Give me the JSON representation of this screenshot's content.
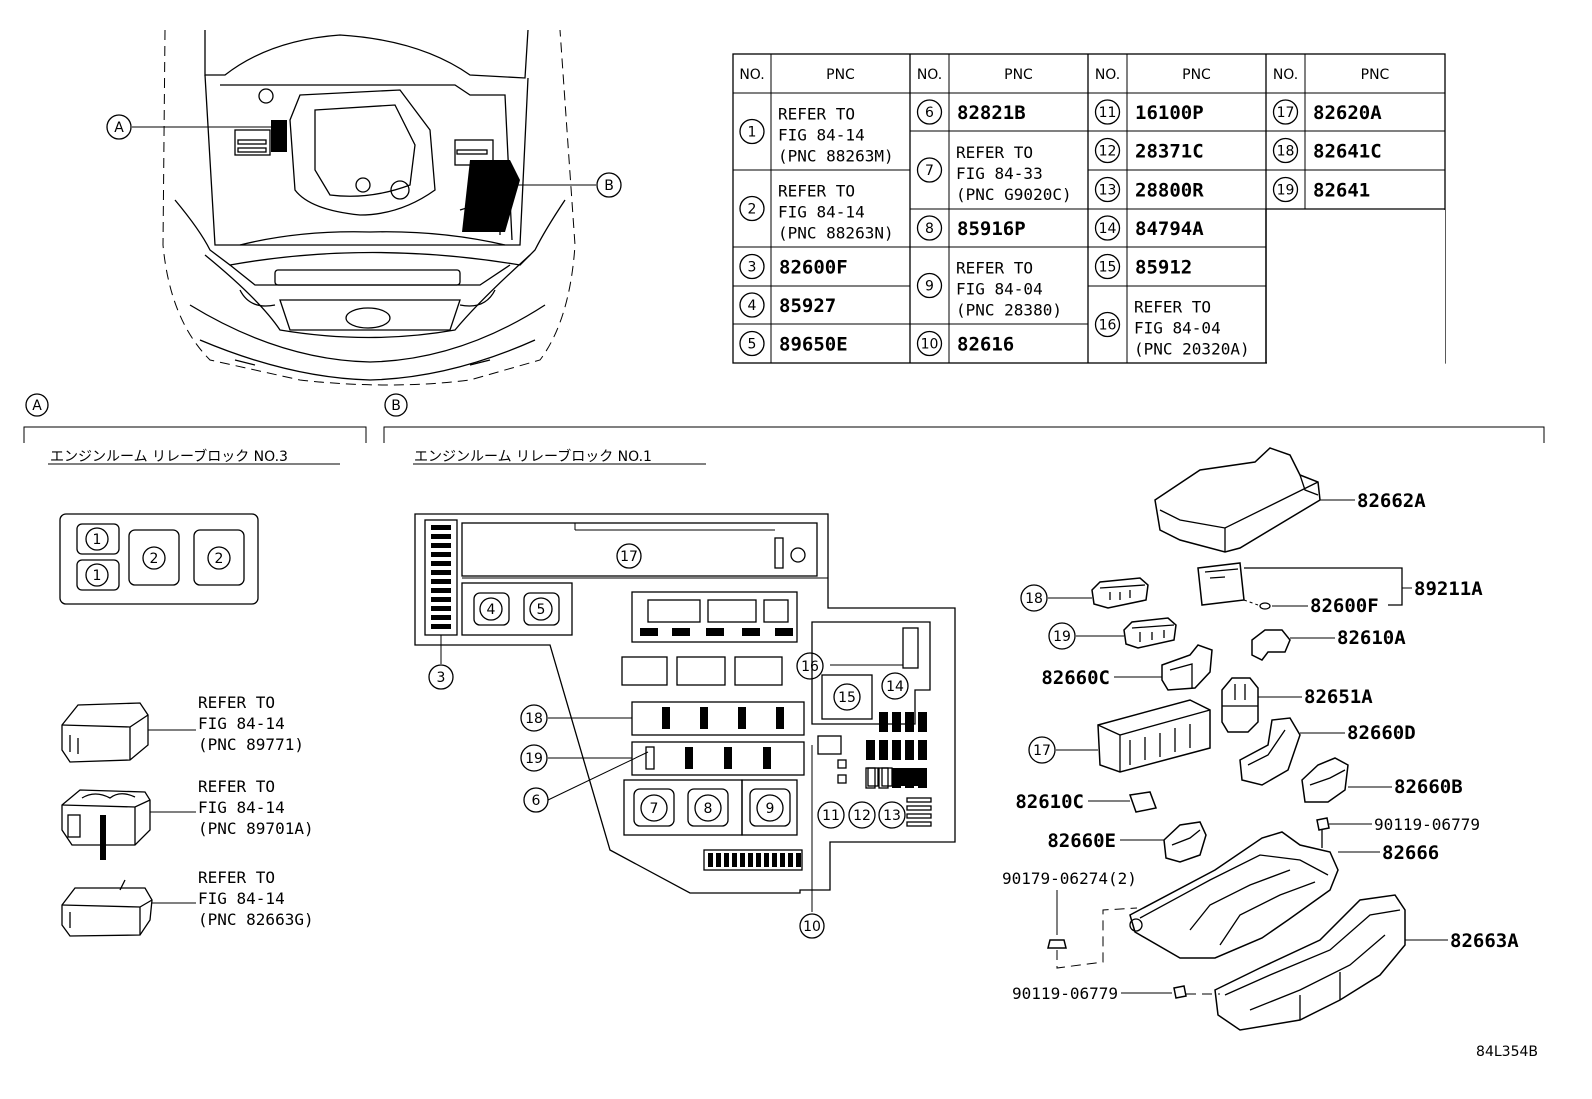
{
  "car_callouts": {
    "a": "A",
    "b": "B"
  },
  "pnc_table": {
    "header_no": "NO.",
    "header_pnc": "PNC",
    "col1": [
      {
        "no": "1",
        "lines": [
          "REFER TO",
          "FIG 84-14",
          "(PNC 88263M)"
        ]
      },
      {
        "no": "2",
        "lines": [
          "REFER TO",
          "FIG 84-14",
          "(PNC 88263N)"
        ]
      },
      {
        "no": "3",
        "pnc": "82600F"
      },
      {
        "no": "4",
        "pnc": "85927"
      },
      {
        "no": "5",
        "pnc": "89650E"
      }
    ],
    "col2": [
      {
        "no": "6",
        "pnc": "82821B"
      },
      {
        "no": "7",
        "lines": [
          "REFER TO",
          "FIG 84-33",
          "(PNC G9020C)"
        ]
      },
      {
        "no": "8",
        "pnc": "85916P"
      },
      {
        "no": "9",
        "lines": [
          "REFER TO",
          "FIG 84-04",
          "(PNC 28380)"
        ]
      },
      {
        "no": "10",
        "pnc": "82616"
      }
    ],
    "col3": [
      {
        "no": "11",
        "pnc": "16100P"
      },
      {
        "no": "12",
        "pnc": "28371C"
      },
      {
        "no": "13",
        "pnc": "28800R"
      },
      {
        "no": "14",
        "pnc": "84794A"
      },
      {
        "no": "15",
        "pnc": "85912"
      },
      {
        "no": "16",
        "lines": [
          "REFER TO",
          "FIG 84-04",
          "(PNC 20320A)"
        ]
      }
    ],
    "col4": [
      {
        "no": "17",
        "pnc": "82620A"
      },
      {
        "no": "18",
        "pnc": "82641C"
      },
      {
        "no": "19",
        "pnc": "82641"
      }
    ]
  },
  "section_a": {
    "marker": "A",
    "title": "エンジンルーム リレーブロック NO.3",
    "relay_labels": [
      "1",
      "1",
      "2",
      "2"
    ],
    "refs": [
      {
        "lines": [
          "REFER TO",
          "FIG 84-14",
          "(PNC 89771)"
        ]
      },
      {
        "lines": [
          "REFER TO",
          "FIG 84-14",
          "(PNC 89701A)"
        ]
      },
      {
        "lines": [
          "REFER TO",
          "FIG 84-14",
          "(PNC 82663G)"
        ]
      }
    ]
  },
  "section_b": {
    "marker": "B",
    "title": "エンジンルーム リレーブロック NO.1",
    "block_labels": {
      "n17": "17",
      "n4": "4",
      "n5": "5",
      "n3": "3",
      "n16": "16",
      "n15": "15",
      "n14": "14",
      "n18": "18",
      "n19": "19",
      "n6": "6",
      "n7": "7",
      "n8": "8",
      "n9": "9",
      "n11": "11",
      "n12": "12",
      "n13": "13",
      "n10": "10"
    }
  },
  "exploded_parts": {
    "p82662A": "82662A",
    "p89211A": "89211A",
    "p82600F": "82600F",
    "p82610A": "82610A",
    "p82660C": "82660C",
    "p82651A": "82651A",
    "p82660D": "82660D",
    "p82660B": "82660B",
    "p82610C": "82610C",
    "p90119_top": "90119-06779",
    "p82660E": "82660E",
    "p82666": "82666",
    "p90179": "90179-06274(2)",
    "p82663A": "82663A",
    "p90119_bot": "90119-06779",
    "c18": "18",
    "c19": "19",
    "c17": "17"
  },
  "figure_id": "84L354B"
}
